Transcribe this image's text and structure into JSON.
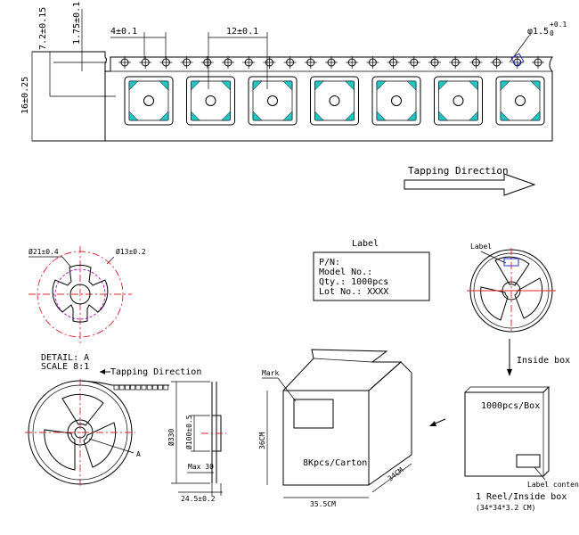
{
  "tape": {
    "dim_height": "16±0.25",
    "dim_cavity_offset": "7.2±0.15",
    "dim_hole_edge": "1.75±0.1",
    "dim_hole_pitch": "4±0.1",
    "dim_cavity_pitch": "12±0.1",
    "dim_hole_dia": "φ1.5",
    "dim_hole_tol": "+0.1",
    "dim_hole_tol_low": "0",
    "direction": "Tapping Direction"
  },
  "detail": {
    "dia_outer": "Ø21±0.4",
    "dia_inner": "Ø13±0.2",
    "title": "DETAIL: A",
    "scale": "SCALE 8:1"
  },
  "reel": {
    "direction": "Tapping Direction",
    "marker": "A",
    "dia_reel": "Ø330",
    "dia_hub": "Ø100±0.5",
    "max_width": "Max 30",
    "width": "24.5±0.2"
  },
  "label_box": {
    "title": "Label",
    "lines": [
      "P/N:",
      "Model No.:",
      "Qty.: 1000pcs",
      "Lot No.: XXXX"
    ]
  },
  "right_reel": {
    "label": "Label",
    "arrow_text": "Inside box"
  },
  "carton": {
    "mark": "Mark",
    "text": "8Kpcs/Carton",
    "height": "36CM",
    "width": "35.5CM",
    "depth": "34CM"
  },
  "inside_box": {
    "text": "1000pcs/Box",
    "label_content": "Label content",
    "caption1": "1 Reel/Inside box",
    "caption2": "(34*34*3.2 CM)"
  }
}
